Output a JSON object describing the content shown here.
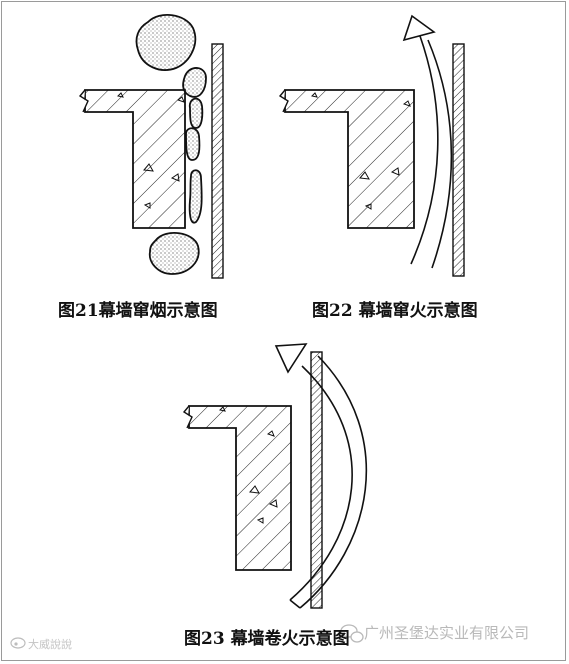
{
  "figures": [
    {
      "caption": "图21幕墙窜烟示意图"
    },
    {
      "caption": "图22 幕墙窜火示意图"
    },
    {
      "caption": "图23 幕墙卷火示意图"
    }
  ],
  "watermark": {
    "company": "广州圣堡达实业有限公司",
    "source": "大威說說"
  },
  "colors": {
    "line": "#111111",
    "background": "#ffffff",
    "watermark": "#b9b9b9"
  }
}
